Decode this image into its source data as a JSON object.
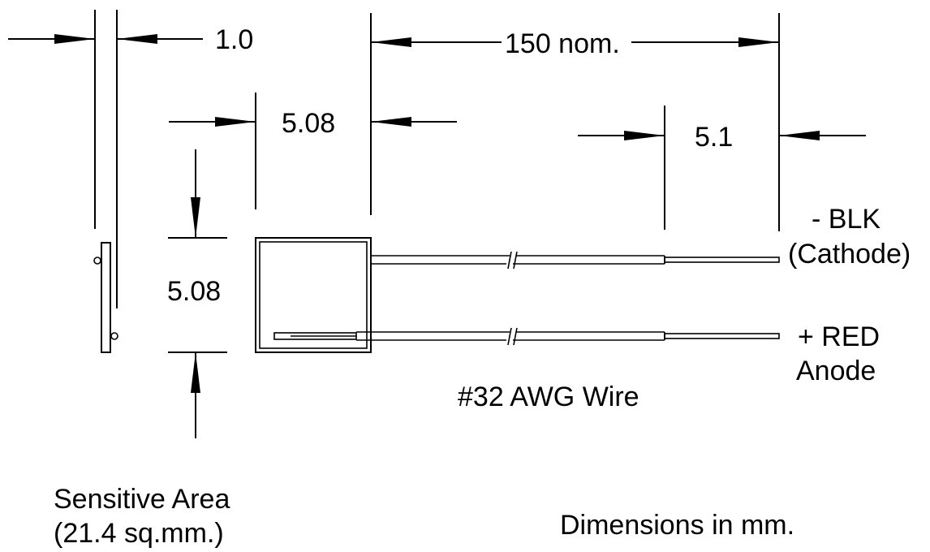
{
  "dimensions": {
    "thickness": "1.0",
    "overall_length": "150 nom.",
    "chip_width": "5.08",
    "wire_strip": "5.1",
    "chip_height": "5.08"
  },
  "labels": {
    "cathode_line1": "- BLK",
    "cathode_line2": "(Cathode)",
    "anode_line1": "+ RED",
    "anode_line2": "Anode",
    "wire": "#32 AWG Wire",
    "sensitive_line1": "Sensitive Area",
    "sensitive_line2": "(21.4 sq.mm.)",
    "units_note": "Dimensions in mm."
  }
}
